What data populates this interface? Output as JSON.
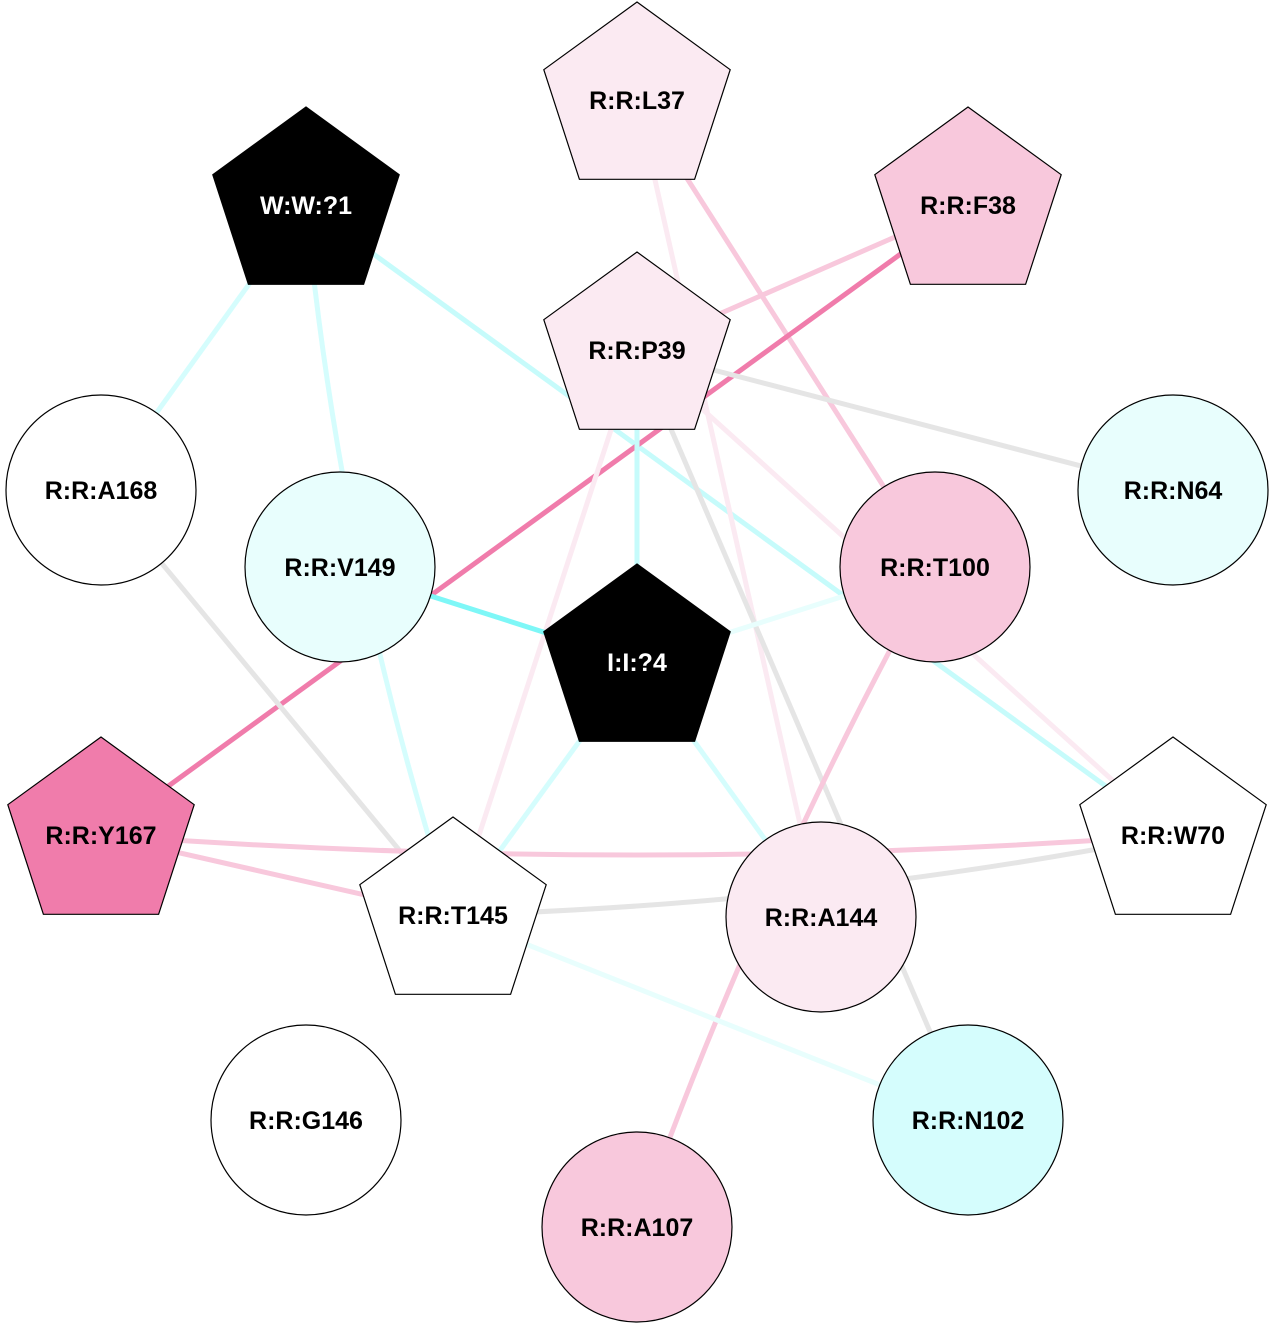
{
  "nodes": [
    {
      "id": "R:R:L37",
      "shape": "pentagon",
      "fill": "#fbeaf2",
      "text": "#000000"
    },
    {
      "id": "W:W:?1",
      "shape": "pentagon",
      "fill": "#000000",
      "text": "#ffffff"
    },
    {
      "id": "R:R:F38",
      "shape": "pentagon",
      "fill": "#f8c8dc",
      "text": "#000000"
    },
    {
      "id": "R:R:P39",
      "shape": "pentagon",
      "fill": "#fbeaf2",
      "text": "#000000"
    },
    {
      "id": "R:R:A168",
      "shape": "circle",
      "fill": "#ffffff",
      "text": "#000000"
    },
    {
      "id": "R:R:V149",
      "shape": "circle",
      "fill": "#e8fefd",
      "text": "#000000"
    },
    {
      "id": "R:R:T100",
      "shape": "circle",
      "fill": "#f8c8dc",
      "text": "#000000"
    },
    {
      "id": "R:R:N64",
      "shape": "circle",
      "fill": "#e8fefd",
      "text": "#000000"
    },
    {
      "id": "I:I:?4",
      "shape": "pentagon",
      "fill": "#000000",
      "text": "#ffffff"
    },
    {
      "id": "R:R:Y167",
      "shape": "pentagon",
      "fill": "#f07cab",
      "text": "#000000"
    },
    {
      "id": "R:R:T145",
      "shape": "pentagon",
      "fill": "#ffffff",
      "text": "#000000"
    },
    {
      "id": "R:R:A144",
      "shape": "circle",
      "fill": "#fbeaf2",
      "text": "#000000"
    },
    {
      "id": "R:R:W70",
      "shape": "pentagon",
      "fill": "#ffffff",
      "text": "#000000"
    },
    {
      "id": "R:R:G146",
      "shape": "circle",
      "fill": "#ffffff",
      "text": "#000000"
    },
    {
      "id": "R:R:N102",
      "shape": "circle",
      "fill": "#d5fdfd",
      "text": "#000000"
    },
    {
      "id": "R:R:A107",
      "shape": "circle",
      "fill": "#f8c8dc",
      "text": "#000000"
    }
  ],
  "edges": [
    {
      "from": "W:W:?1",
      "to": "R:R:A168",
      "color": "#d5fdfd"
    },
    {
      "from": "W:W:?1",
      "to": "R:R:T145",
      "color": "#d5fdfd",
      "curve": -40
    },
    {
      "from": "W:W:?1",
      "to": "R:R:W70",
      "color": "#c6fbfb"
    },
    {
      "from": "R:R:L37",
      "to": "R:R:T100",
      "color": "#f8c8dc"
    },
    {
      "from": "R:R:L37",
      "to": "R:R:A144",
      "color": "#fbeaf2"
    },
    {
      "from": "R:R:F38",
      "to": "R:R:P39",
      "color": "#f8c8dc"
    },
    {
      "from": "R:R:F38",
      "to": "R:R:Y167",
      "color": "#f07cab"
    },
    {
      "from": "R:R:P39",
      "to": "R:R:N64",
      "color": "#e5e5e5"
    },
    {
      "from": "R:R:P39",
      "to": "I:I:?4",
      "color": "#c6fbfb"
    },
    {
      "from": "R:R:P39",
      "to": "R:R:T145",
      "color": "#fbeaf2"
    },
    {
      "from": "R:R:P39",
      "to": "R:R:N102",
      "color": "#e5e5e5"
    },
    {
      "from": "R:R:P39",
      "to": "R:R:W70",
      "color": "#fbeaf2"
    },
    {
      "from": "R:R:A168",
      "to": "R:R:T145",
      "color": "#e5e5e5"
    },
    {
      "from": "R:R:V149",
      "to": "I:I:?4",
      "color": "#7ef7f7"
    },
    {
      "from": "I:I:?4",
      "to": "R:R:T145",
      "color": "#d5fdfd"
    },
    {
      "from": "I:I:?4",
      "to": "R:R:A144",
      "color": "#d5fdfd"
    },
    {
      "from": "I:I:?4",
      "to": "R:R:T100",
      "color": "#e8fefd"
    },
    {
      "from": "R:R:T100",
      "to": "R:R:A107",
      "color": "#f8c8dc",
      "curve": -30
    },
    {
      "from": "R:R:Y167",
      "to": "R:R:W70",
      "color": "#f8c8dc",
      "curve": -40
    },
    {
      "from": "R:R:Y167",
      "to": "R:R:T145",
      "color": "#f8c8dc"
    },
    {
      "from": "R:R:T145",
      "to": "R:R:W70",
      "color": "#e5e5e5",
      "curve": -30
    },
    {
      "from": "R:R:T145",
      "to": "R:R:N102",
      "color": "#e8fefd"
    }
  ]
}
